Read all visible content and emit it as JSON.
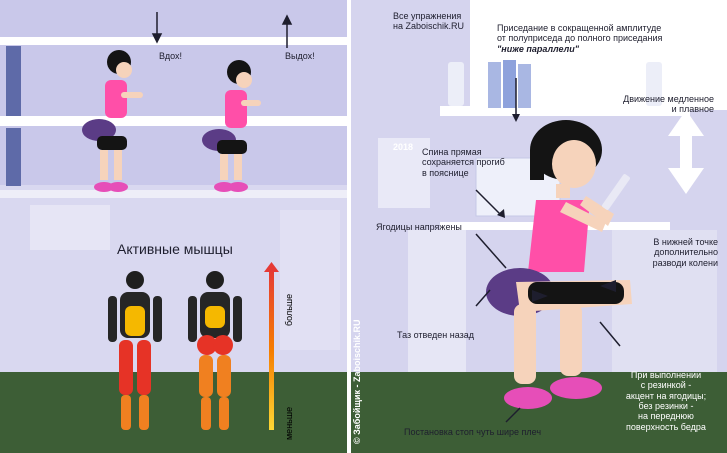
{
  "left_panel": {
    "inhale_label": "Вдох!",
    "exhale_label": "Выдох!",
    "muscles_title": "Активные мышцы",
    "scale_more": "больше",
    "scale_less": "меньше",
    "scale_gradient": {
      "top": "#e53935",
      "middle": "#f57c00",
      "bottom": "#fdd835"
    }
  },
  "right_panel": {
    "all_exercises": {
      "line1": "Все упражнения",
      "line2": "на Zaboischik.RU"
    },
    "squat_desc": {
      "line1": "Приседание в сокращенной амплитуде",
      "line2": "от полуприседа до полного приседания",
      "line3": "\"ниже параллели\""
    },
    "slow_motion": {
      "line1": "Движение медленное",
      "line2": "и плавное"
    },
    "back_straight": {
      "line1": "Спина прямая",
      "line2": "сохраняется прогиб",
      "line3": "в пояснице"
    },
    "glutes_tense": "Ягодицы напряжены",
    "knees_apart": {
      "line1": "В нижней точке",
      "line2": "дополнительно",
      "line3": "разводи колени"
    },
    "pelvis_back": "Таз отведен назад",
    "resistance_note": {
      "line1": "При выполнении",
      "line2": "с резинкой -",
      "line3": "акцент на ягодицы;",
      "line4": "без резинки -",
      "line5": "на переднюю",
      "line6": "поверхность бедра"
    },
    "feet_position": "Постановка стоп чуть шире плеч",
    "calendar_year": "2018"
  },
  "watermark": "© Забойщик - Zaboischik.RU",
  "colors": {
    "sky": "#c9c8ea",
    "floor": "#3d5e36",
    "shirt": "#ff4fa8",
    "shorts": "#5b3c86",
    "shoes": "#e64eb8",
    "hair": "#141414",
    "skin": "#f6d3bb"
  }
}
